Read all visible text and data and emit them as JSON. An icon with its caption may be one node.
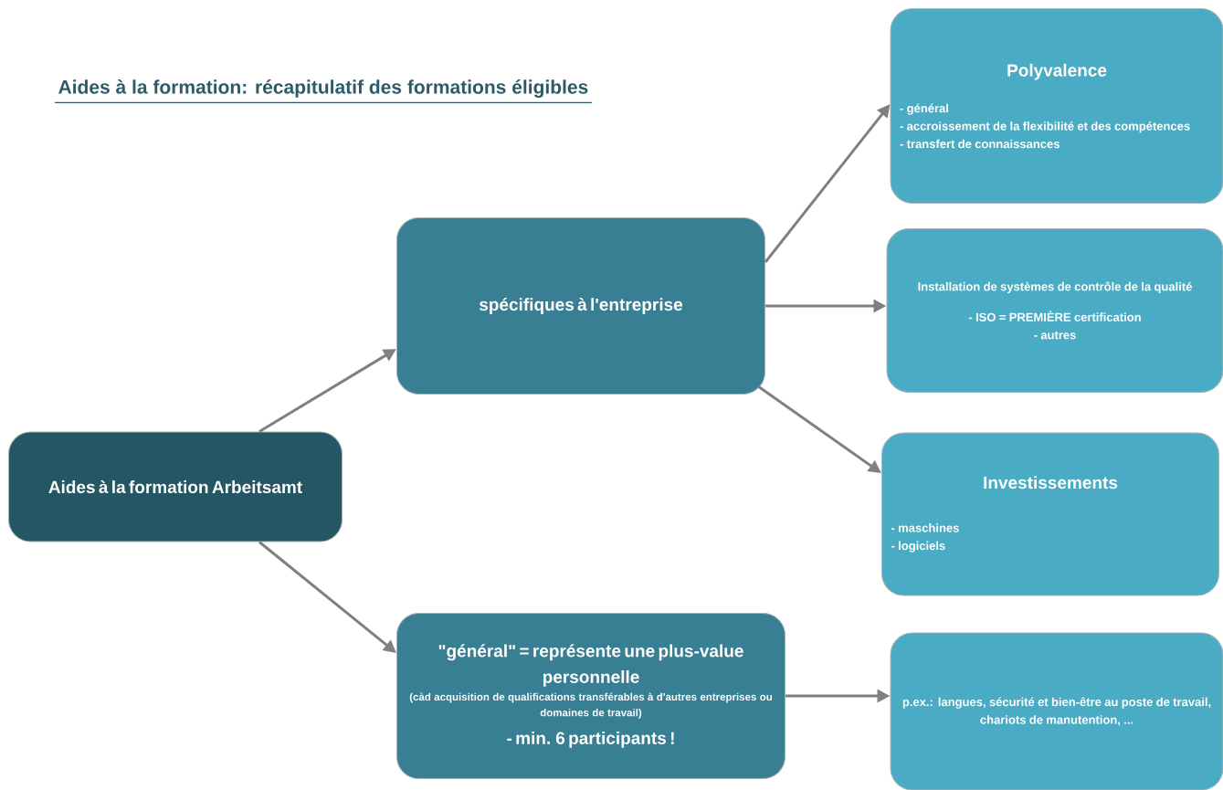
{
  "diagram": {
    "title": "Aides à la formation: récapitulatif des formations éligibles",
    "nodes": [
      {
        "text": [
          "Aides à la formation Arbeitsamt"
        ]
      },
      {
        "text": [
          "spécifiques à l'entreprise"
        ]
      },
      {
        "text": [
          "\"général\" = représente une plus-value personnelle",
          "(càd acquisition de qualifications transférables à d'autres entreprises ou domaines de travail)",
          "- min. 6 participants !"
        ]
      },
      {
        "text": [
          "Polyvalence",
          "- général",
          "- accroissement de la flexibilité et des compétences",
          "- transfert de connaissances"
        ]
      },
      {
        "text": [
          "Installation de systèmes de contrôle de la qualité",
          "- ISO = PREMIÈRE certification",
          "- autres"
        ]
      },
      {
        "text": [
          "Investissements",
          "- maschines",
          "- logiciels"
        ]
      },
      {
        "text": [
          "p.ex.: langues, sécurité et bien-être au poste de travail, chariots de manutention, ..."
        ]
      }
    ],
    "edges": [
      {
        "from": 0,
        "to": 1,
        "arrow": "to"
      },
      {
        "from": 0,
        "to": 2,
        "arrow": "to"
      },
      {
        "from": 1,
        "to": 3,
        "arrow": "to"
      },
      {
        "from": 1,
        "to": 4,
        "arrow": "to"
      },
      {
        "from": 1,
        "to": 5,
        "arrow": "to"
      },
      {
        "from": 2,
        "to": 6,
        "arrow": "to"
      }
    ]
  }
}
